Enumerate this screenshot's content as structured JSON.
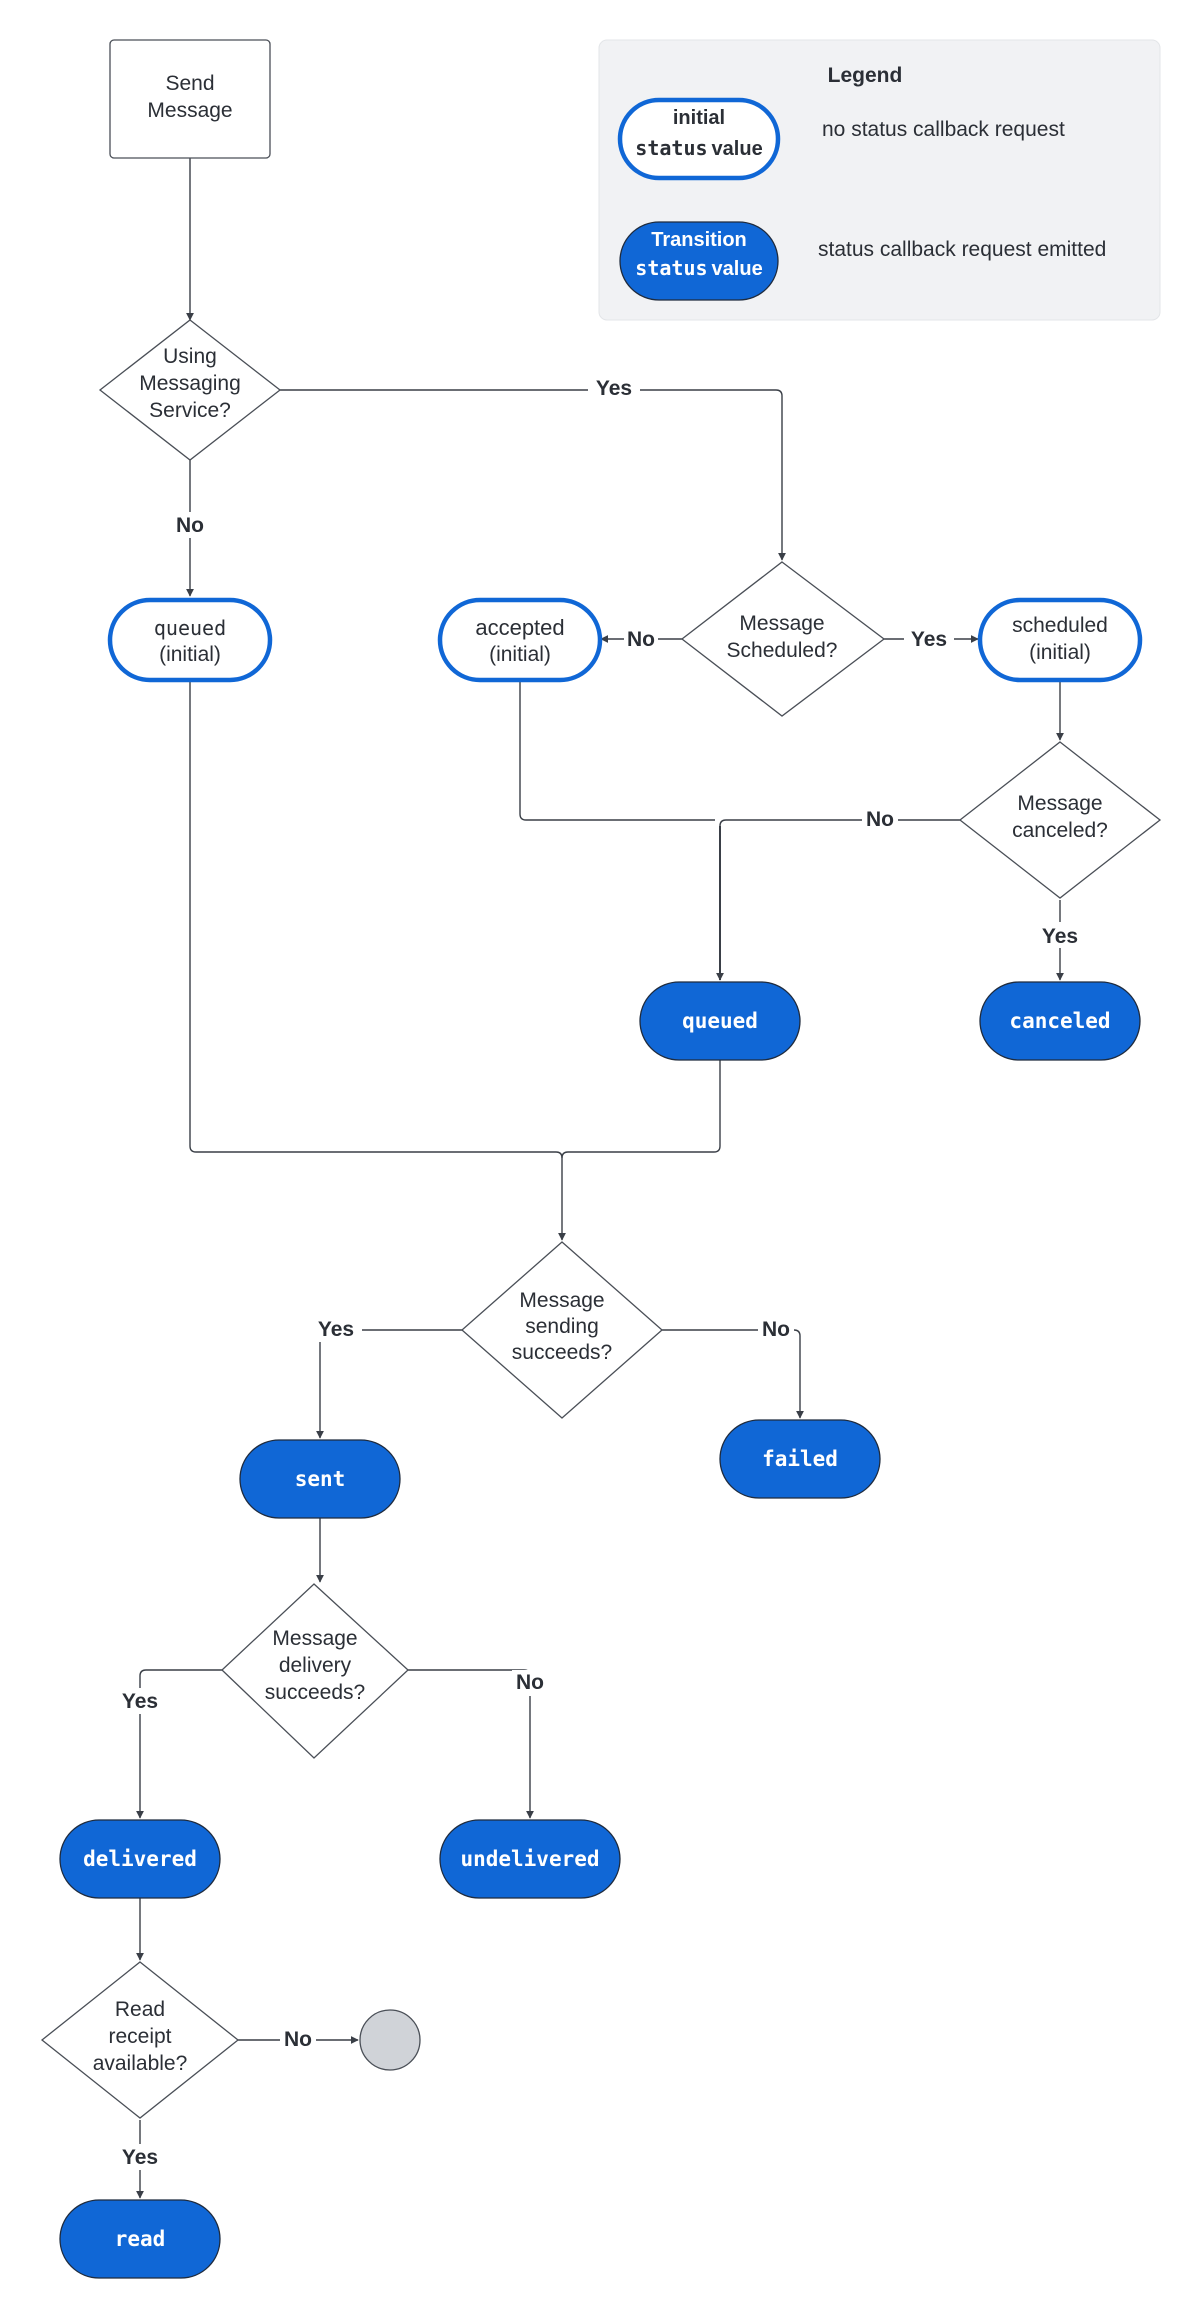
{
  "legend": {
    "title": "Legend",
    "initial_word": "initial",
    "initial_mono": "status",
    "initial_tail": "value",
    "initial_desc": "no status callback request",
    "transition_word": "Transition",
    "transition_mono": "status",
    "transition_tail": "value",
    "transition_desc": "status callback request emitted"
  },
  "nodes": {
    "send_message": [
      "Send",
      "Message"
    ],
    "using_service": [
      "Using",
      "Messaging",
      "Service?"
    ],
    "queued_initial": [
      "queued",
      "(initial)"
    ],
    "accepted_initial": [
      "accepted",
      "(initial)"
    ],
    "message_scheduled": [
      "Message",
      "Scheduled?"
    ],
    "scheduled_initial": [
      "scheduled",
      "(initial)"
    ],
    "message_canceled": [
      "Message",
      "canceled?"
    ],
    "queued": "queued",
    "canceled": "canceled",
    "sending_succeeds": [
      "Message",
      "sending",
      "succeeds?"
    ],
    "sent": "sent",
    "failed": "failed",
    "delivery_succeeds": [
      "Message",
      "delivery",
      "succeeds?"
    ],
    "delivered": "delivered",
    "undelivered": "undelivered",
    "read_receipt": [
      "Read",
      "receipt",
      "available?"
    ],
    "read": "read"
  },
  "edge_labels": {
    "service_yes": "Yes",
    "service_no": "No",
    "scheduled_no": "No",
    "scheduled_yes": "Yes",
    "canceled_no": "No",
    "canceled_yes": "Yes",
    "sending_yes": "Yes",
    "sending_no": "No",
    "delivery_yes": "Yes",
    "delivery_no": "No",
    "receipt_no": "No",
    "receipt_yes": "Yes"
  },
  "colors": {
    "transition_fill": "#1067d6",
    "initial_border": "#1067d6",
    "edge": "#3a3f47",
    "end_circle": "#d0d3d8"
  }
}
